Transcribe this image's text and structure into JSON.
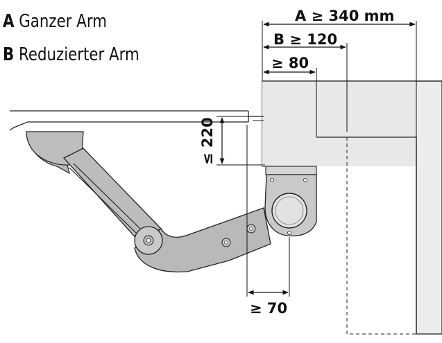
{
  "legend": [
    {
      "key": "A",
      "label": "Ganzer Arm"
    },
    {
      "key": "B",
      "label": "Reduzierter Arm"
    }
  ],
  "dimensions": {
    "a": "A ≥ 340 mm",
    "b": "B ≥ 120",
    "c": "≥ 80",
    "height": "≤ 220",
    "offset": "≥ 70"
  },
  "colors": {
    "arm": "#b9b9b9",
    "bracket": "#c9c9c9",
    "housing": "#ececec",
    "outline": "#222222"
  }
}
